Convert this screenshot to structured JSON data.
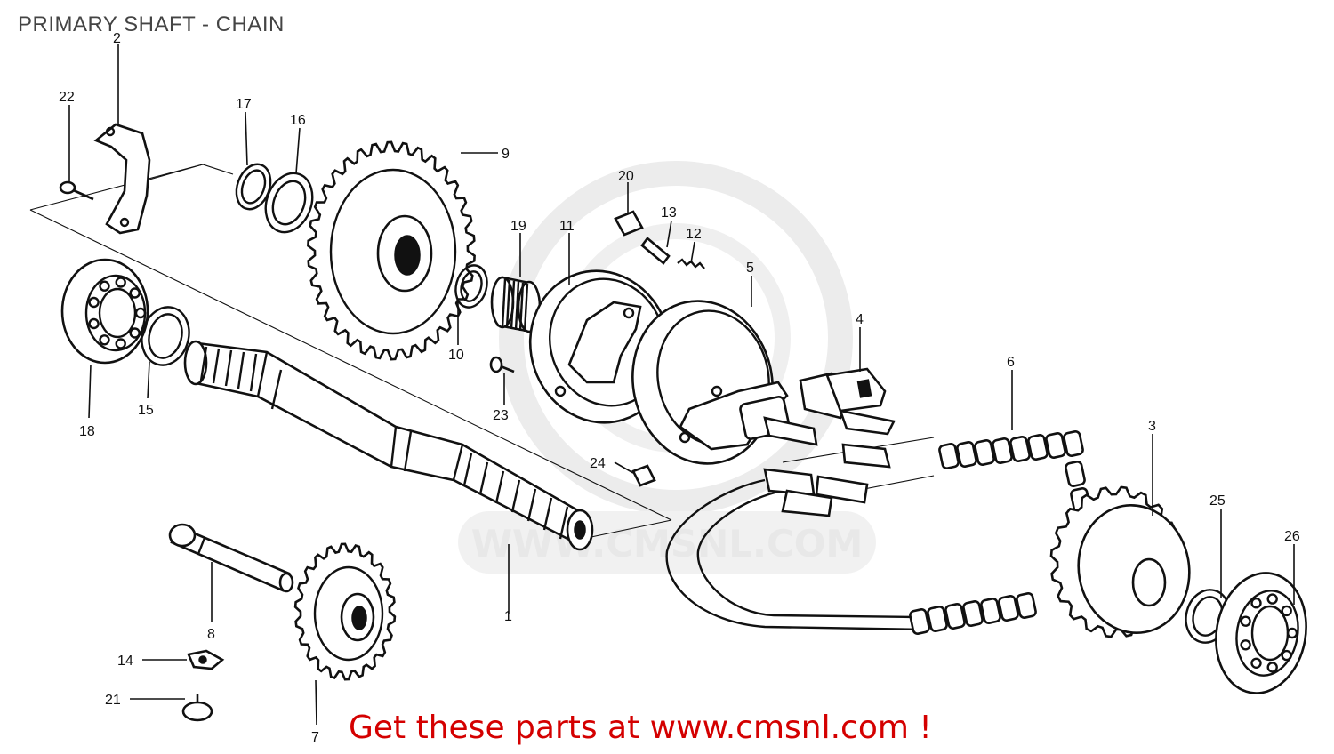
{
  "title": "PRIMARY SHAFT - CHAIN",
  "footer": "Get these parts at www.cmsnl.com !",
  "watermark": "WWW.CMSNL.COM",
  "colors": {
    "footer_text": "#d40000",
    "line": "#111111",
    "watermark": "#e6e6e6"
  },
  "callouts": [
    {
      "id": "c1",
      "label": "1"
    },
    {
      "id": "c2",
      "label": "2"
    },
    {
      "id": "c3",
      "label": "3"
    },
    {
      "id": "c4",
      "label": "4"
    },
    {
      "id": "c5",
      "label": "5"
    },
    {
      "id": "c6",
      "label": "6"
    },
    {
      "id": "c7",
      "label": "7"
    },
    {
      "id": "c8",
      "label": "8"
    },
    {
      "id": "c9",
      "label": "9"
    },
    {
      "id": "c10",
      "label": "10"
    },
    {
      "id": "c11",
      "label": "11"
    },
    {
      "id": "c12",
      "label": "12"
    },
    {
      "id": "c13",
      "label": "13"
    },
    {
      "id": "c14",
      "label": "14"
    },
    {
      "id": "c15",
      "label": "15"
    },
    {
      "id": "c16",
      "label": "16"
    },
    {
      "id": "c17",
      "label": "17"
    },
    {
      "id": "c18",
      "label": "18"
    },
    {
      "id": "c19",
      "label": "19"
    },
    {
      "id": "c20",
      "label": "20"
    },
    {
      "id": "c21",
      "label": "21"
    },
    {
      "id": "c22",
      "label": "22"
    },
    {
      "id": "c23",
      "label": "23"
    },
    {
      "id": "c24",
      "label": "24"
    },
    {
      "id": "c25",
      "label": "25"
    },
    {
      "id": "c26",
      "label": "26"
    }
  ]
}
